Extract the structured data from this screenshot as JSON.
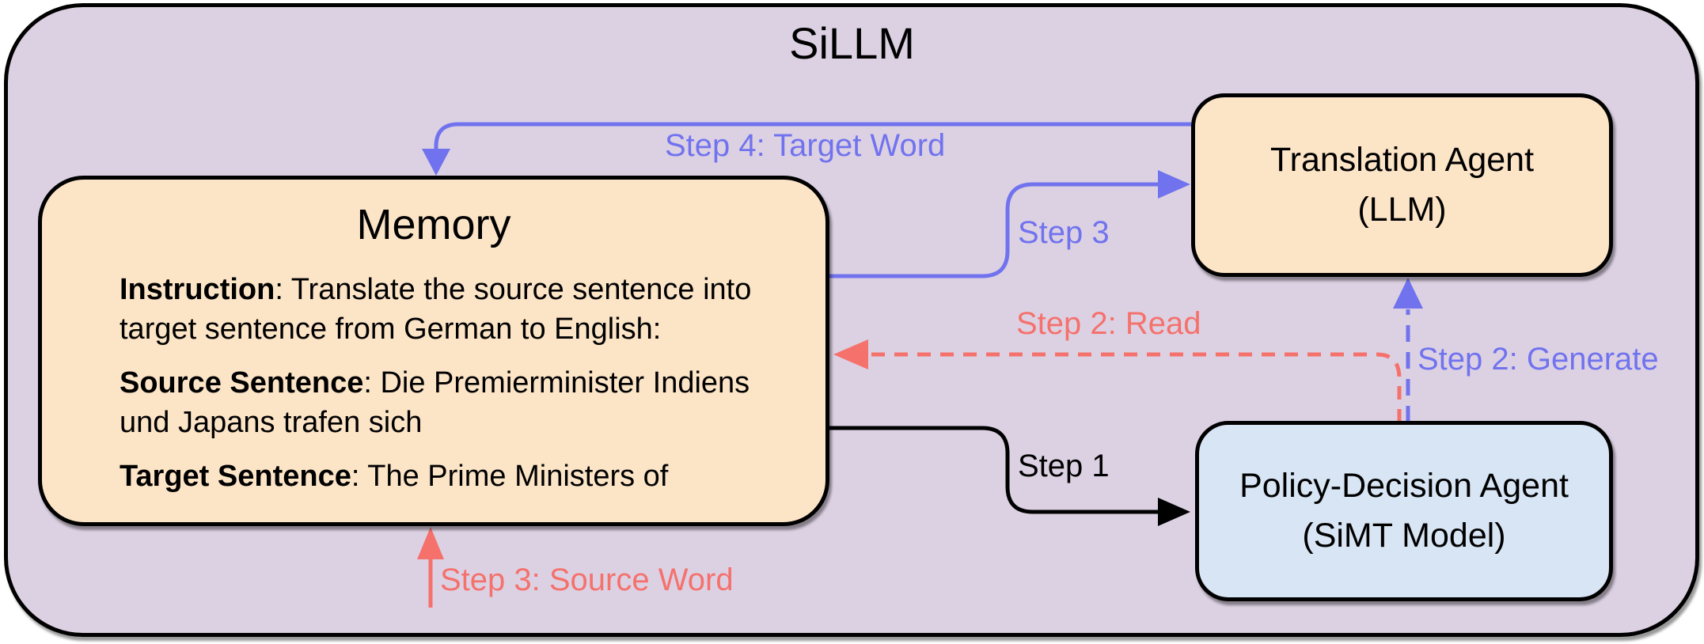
{
  "diagram_title": "SiLLM",
  "colors": {
    "canvas_bg": "#DCD1E3",
    "agent_box_fill": "#FCE4C7",
    "simt_box_fill": "#D8E5F4",
    "arrow_blue": "#7173EE",
    "arrow_red": "#F5716C",
    "arrow_black": "#000000",
    "border_black": "#000000"
  },
  "nodes": {
    "memory": {
      "title": "Memory",
      "paragraphs": [
        {
          "label": "Instruction",
          "line1": ": Translate the source sentence into",
          "line2": "target sentence from German to English:"
        },
        {
          "label": "Source Sentence",
          "line1": ": Die Premierminister Indiens",
          "line2": "und Japans trafen sich"
        },
        {
          "label": "Target Sentence",
          "line1": ": The Prime Ministers of"
        }
      ]
    },
    "translation_agent": {
      "line1": "Translation Agent",
      "line2": "(LLM)"
    },
    "policy_agent": {
      "line1": "Policy-Decision Agent",
      "line2": "(SiMT Model)"
    }
  },
  "edges": {
    "step1": {
      "label": "Step 1",
      "style": "solid",
      "color": "#000000",
      "from": "memory",
      "to": "policy_agent"
    },
    "step2_read": {
      "label": "Step 2: Read",
      "style": "dashed",
      "color": "#F5716C",
      "from": "policy_agent",
      "to": "memory"
    },
    "step2_generate": {
      "label": "Step 2: Generate",
      "style": "dashed",
      "color": "#7173EE",
      "from": "policy_agent",
      "to": "translation_agent"
    },
    "step3": {
      "label": "Step 3",
      "style": "solid",
      "color": "#7173EE",
      "from": "memory",
      "to": "translation_agent"
    },
    "step3_source_word": {
      "label": "Step 3: Source Word",
      "style": "solid",
      "color": "#F5716C",
      "to": "memory"
    },
    "step4_target_word": {
      "label": "Step 4: Target Word",
      "style": "solid",
      "color": "#7173EE",
      "from": "translation_agent",
      "to": "memory"
    }
  }
}
